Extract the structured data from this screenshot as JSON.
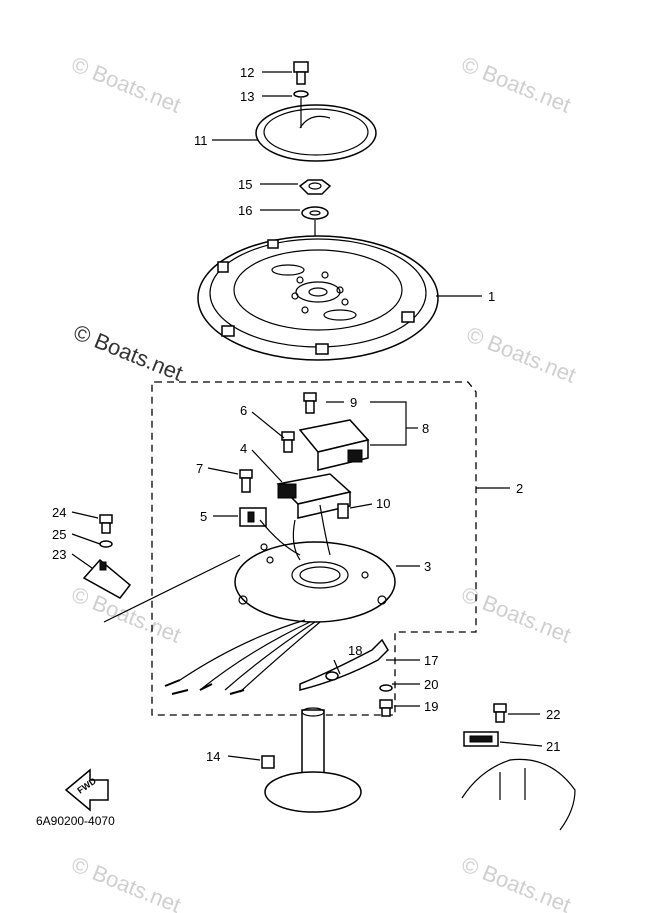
{
  "watermark": "© Boats.net",
  "diagram_code": "6A90200-4070",
  "fwd_label": "FWD",
  "callouts": {
    "c1": "1",
    "c2": "2",
    "c3": "3",
    "c4": "4",
    "c5": "5",
    "c6": "6",
    "c7": "7",
    "c8": "8",
    "c9": "9",
    "c10": "10",
    "c11": "11",
    "c12": "12",
    "c13": "13",
    "c14": "14",
    "c15": "15",
    "c16": "16",
    "c17": "17",
    "c18": "18",
    "c19": "19",
    "c20": "20",
    "c21": "21",
    "c22": "22",
    "c23": "23",
    "c24": "24",
    "c25": "25"
  }
}
